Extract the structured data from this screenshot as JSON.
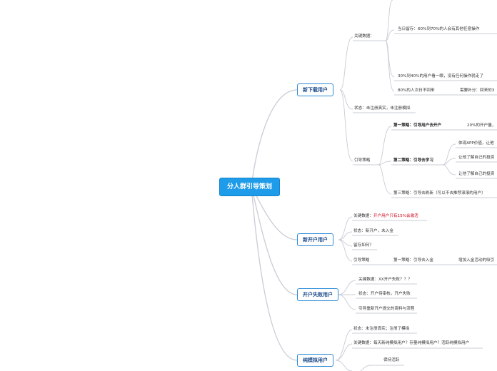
{
  "root": {
    "label": "分人群引导策划"
  },
  "branches": [
    {
      "label": "新下载用户",
      "children": [
        {
          "label": "关键数据："
        },
        {
          "label": "当日留存：60%到70%的人会有其他任意操作"
        },
        {
          "label": "30%到40%的用户看一眼，没有任何操作就走了"
        },
        {
          "label": "80%的人次日不回来"
        },
        {
          "label": "需要补分：回来的3"
        },
        {
          "label": "状态：未注册真实，未注册模拟"
        },
        {
          "label": "引导策略"
        },
        {
          "label": "第一策略：引导用户去开户"
        },
        {
          "label": "20%的开户量，"
        },
        {
          "label": "第二策略：引导去学习"
        },
        {
          "label": "体现APP价值，让他"
        },
        {
          "label": "让他了解自己的投资"
        },
        {
          "label": "让他了解自己的投资"
        },
        {
          "label": "第三策略：引导去刷新（可以不去推荐滚滚的用户）"
        }
      ]
    },
    {
      "label": "新开户用户",
      "children": [
        {
          "label": "关键数据：",
          "highlight": "开户用户只有15%会激活"
        },
        {
          "label": "状态：新开户，未入金"
        },
        {
          "label": "留存如何？"
        },
        {
          "label": "引导策略"
        },
        {
          "label": "第一策略：引导去入金"
        },
        {
          "label": "增加入金活动的吸引"
        }
      ]
    },
    {
      "label": "开户失败用户",
      "children": [
        {
          "label": "关键数据：XX开户失败？？？"
        },
        {
          "label": "状态：开户待审核，开户失败"
        },
        {
          "label": "引导重新开户提交的资料与流程"
        }
      ]
    },
    {
      "label": "纯模拟用户",
      "children": [
        {
          "label": "状态：未注册真实；注册了模拟"
        },
        {
          "label": "关键数据：每天新纯模拟用户？存量纯模拟用户？活跃纯模拟用户"
        },
        {
          "label": "保持活跃"
        }
      ]
    }
  ],
  "colors": {
    "line": "#c9ccd6",
    "accent": "#1e9be9",
    "highlight": "#d0021b"
  }
}
